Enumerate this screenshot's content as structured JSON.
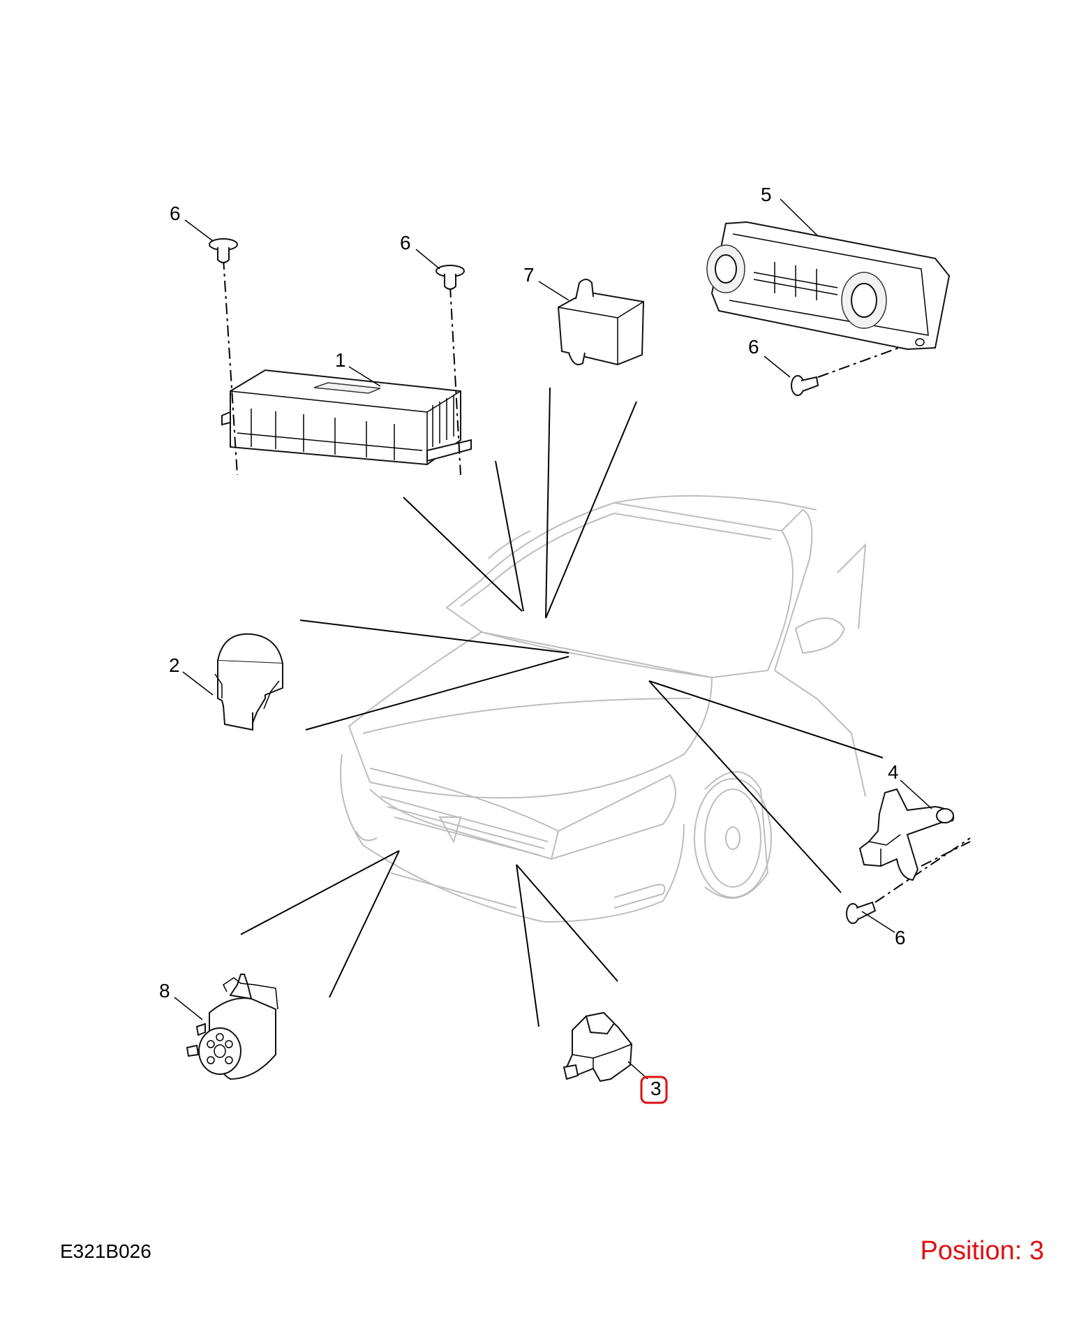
{
  "diagram_code": "E321B026",
  "position_label": "Position: 3",
  "highlight_color": "#e01010",
  "callouts": {
    "c1": "1",
    "c2": "2",
    "c3": "3",
    "c4": "4",
    "c5": "5",
    "c6a": "6",
    "c6b": "6",
    "c6c": "6",
    "c6d": "6",
    "c7": "7",
    "c8": "8"
  }
}
